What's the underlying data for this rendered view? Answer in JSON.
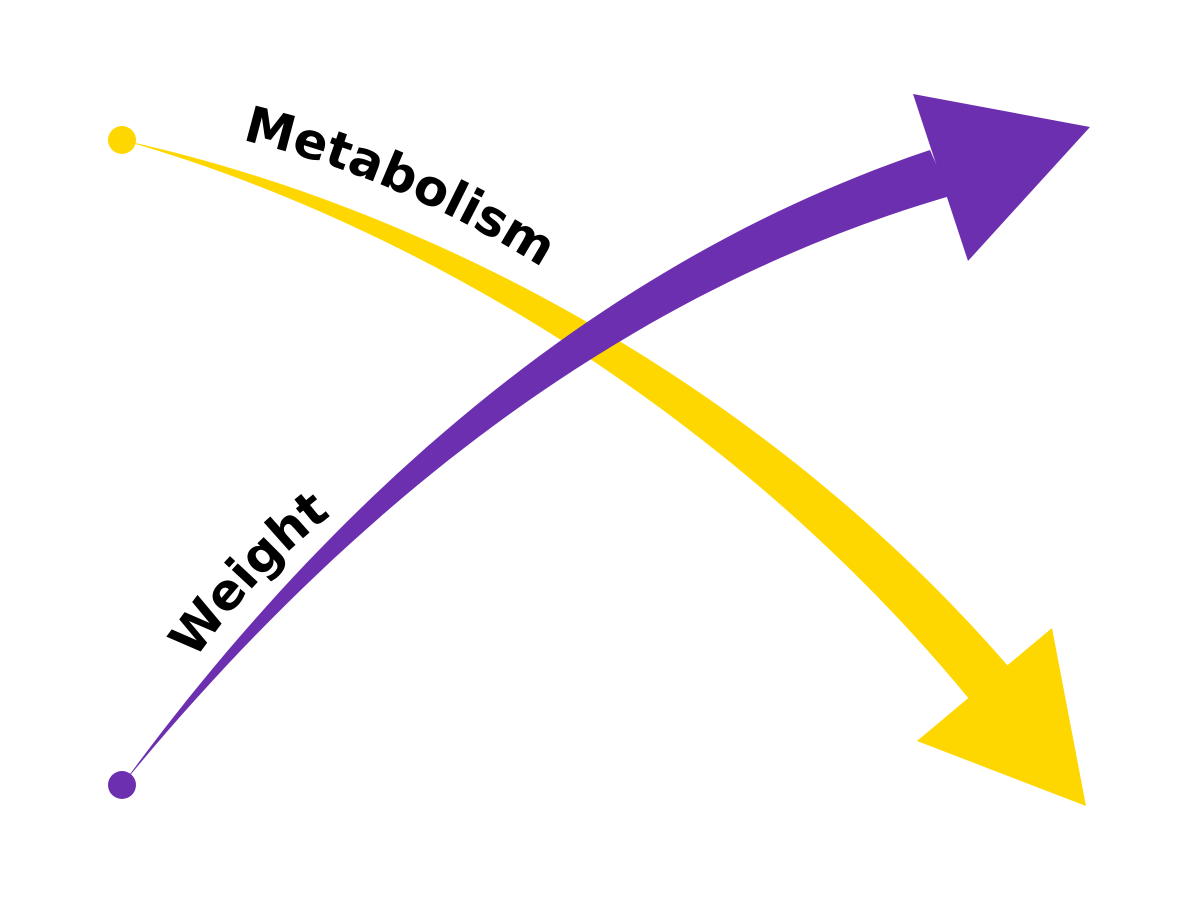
{
  "colors": {
    "background": "#ffffff",
    "metabolism": "#FFD700",
    "weight": "#6B2FB0",
    "label": "#000000"
  },
  "diagram": {
    "arrows": [
      {
        "id": "metabolism",
        "label": "Metabolism",
        "direction": "decreasing",
        "color_key": "metabolism"
      },
      {
        "id": "weight",
        "label": "Weight",
        "direction": "increasing",
        "color_key": "weight"
      }
    ]
  }
}
